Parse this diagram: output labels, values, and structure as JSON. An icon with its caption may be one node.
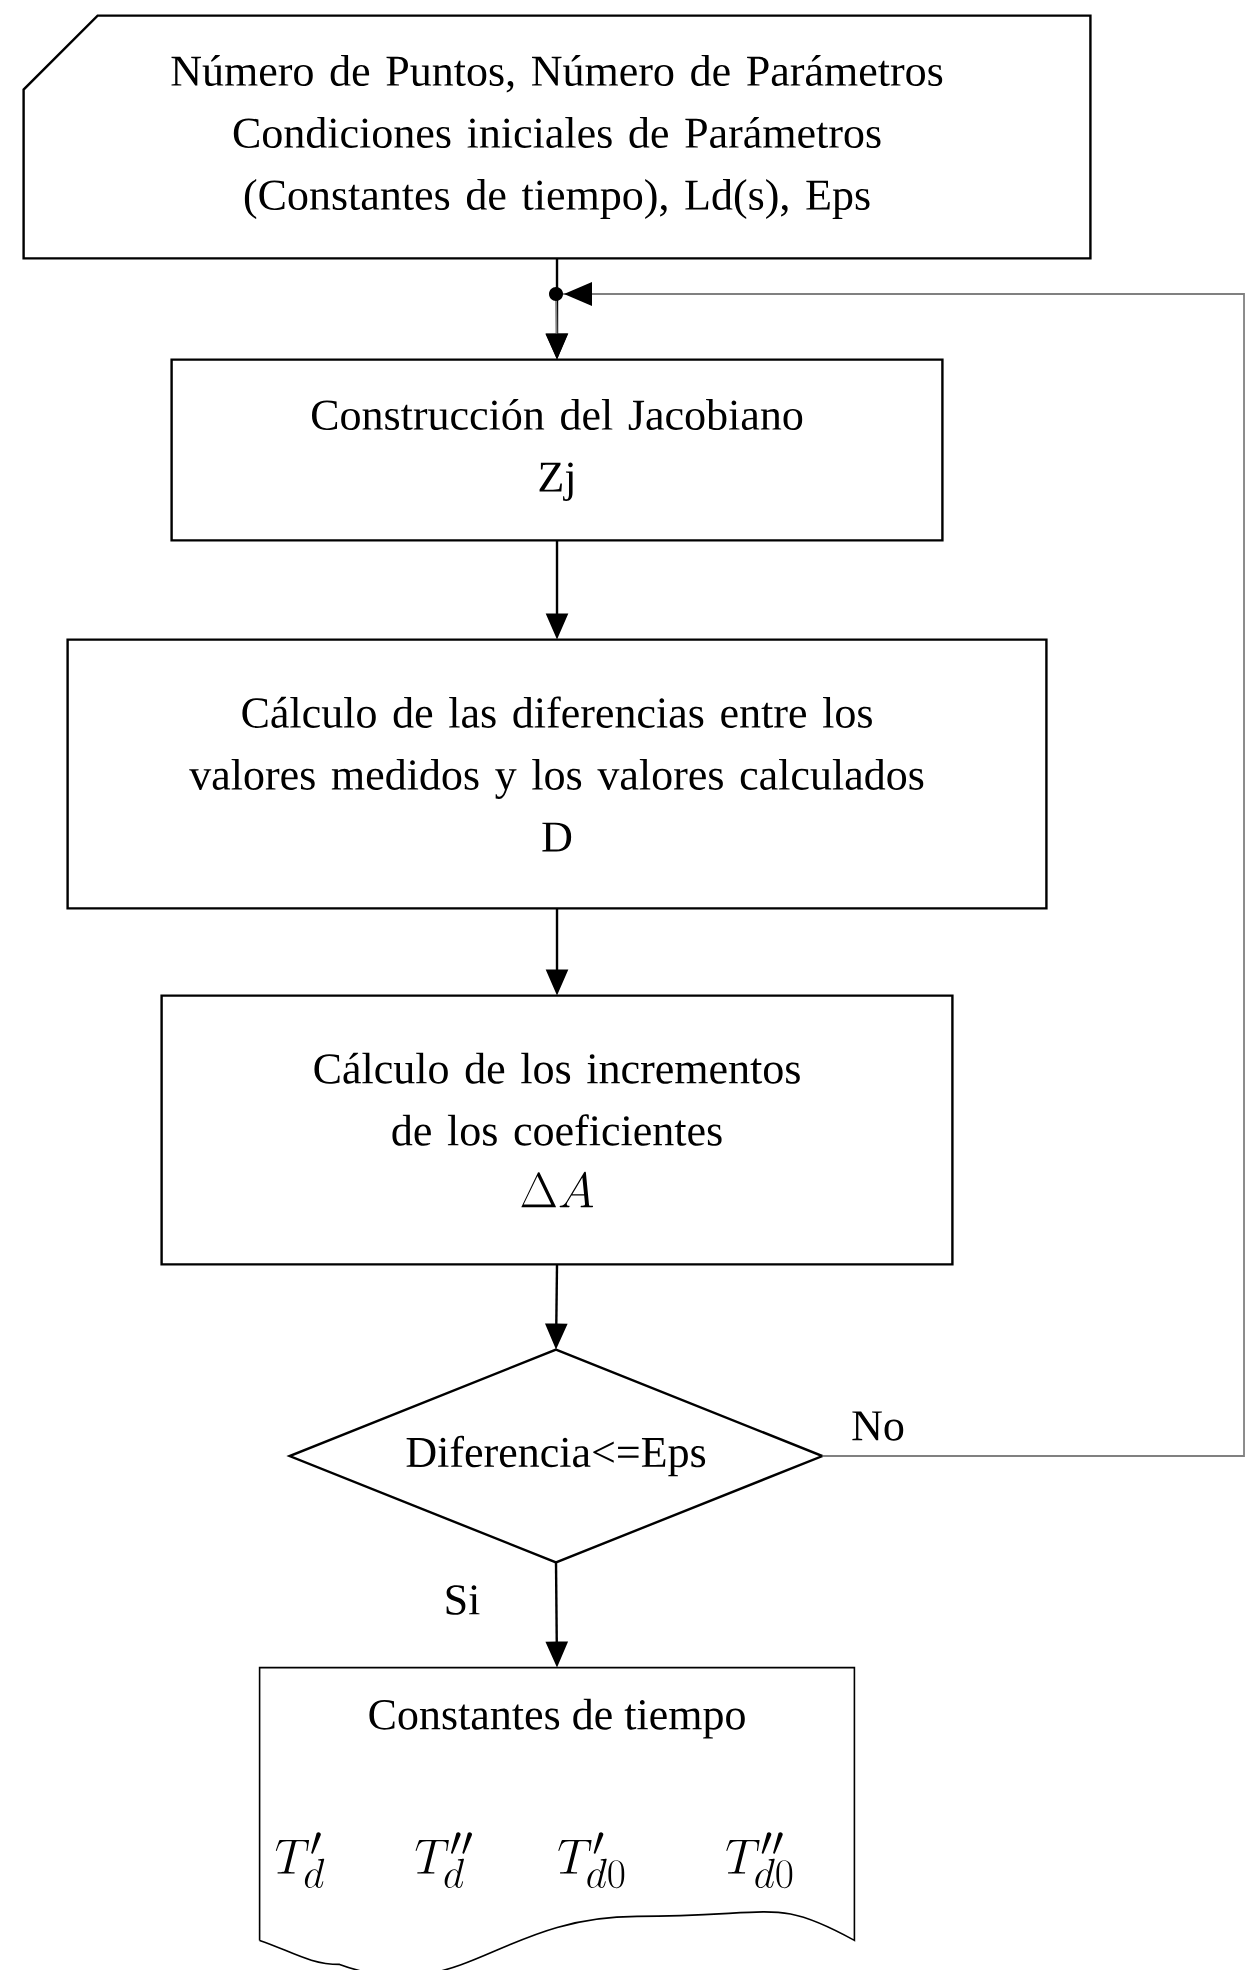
{
  "diagram": {
    "nodes": [
      {
        "text": [
          "Número de Puntos, Número de Parámetros Condiciones iniciales de Parámetros (Constantes de tiempo), Ld(s), Eps"
        ]
      },
      {
        "text": [
          "Construcción del Jacobiano",
          "Zj"
        ]
      },
      {
        "text": [
          "Cálculo de las diferencias entre los valores medidos y los valores calculados",
          "D"
        ]
      },
      {
        "text": [
          "Cálculo de los incrementos de los coeficientes",
          "\\Delta A"
        ]
      },
      {
        "text": [
          "Diferencia<=Eps"
        ]
      },
      {
        "text": [
          "Constantes de tiempo",
          "T_{d}^{\\prime}",
          "T_{d}^{\\prime\\prime}",
          "T_{d0}^{\\prime}",
          "T_{d0}^{\\prime\\prime}"
        ]
      }
    ],
    "edges": [
      {
        "from": 0,
        "to": 1,
        "arrow": "to"
      },
      {
        "from": 1,
        "to": 2,
        "arrow": "to"
      },
      {
        "from": 2,
        "to": 3,
        "arrow": "to"
      },
      {
        "from": 3,
        "to": 4,
        "arrow": "to"
      },
      {
        "from": 4,
        "to": 5,
        "arrow": "to",
        "label": "Si"
      },
      {
        "from": 4,
        "to": 1,
        "arrow": "to",
        "label": "No",
        "color": "#808080"
      }
    ]
  }
}
